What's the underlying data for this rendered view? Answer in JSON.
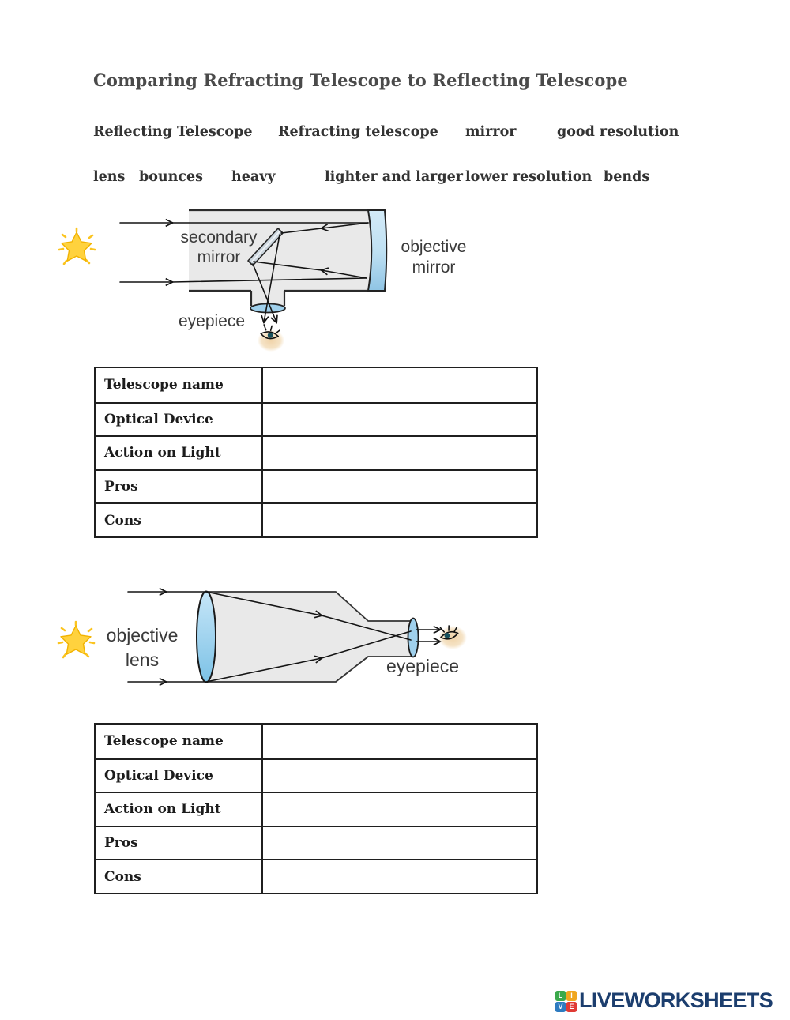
{
  "page_title": "Comparing Refracting Telescope to Reflecting Telescope",
  "word_bank": {
    "row1": [
      "Reflecting Telescope",
      "Refracting telescope",
      "mirror",
      "good resolution"
    ],
    "row2": [
      "lens",
      "bounces",
      "heavy",
      "lighter and larger",
      "lower resolution",
      "bends"
    ]
  },
  "diagrams": {
    "reflecting": {
      "labels": {
        "secondary_mirror": [
          "secondary",
          "mirror"
        ],
        "objective_mirror": [
          "objective",
          "mirror"
        ],
        "eyepiece": "eyepiece"
      }
    },
    "refracting": {
      "labels": {
        "objective_lens": [
          "objective",
          "lens"
        ],
        "eyepiece": "eyepiece"
      }
    }
  },
  "tables": {
    "reflecting": {
      "rows": [
        {
          "label": "Telescope name",
          "value": ""
        },
        {
          "label": "Optical Device",
          "value": ""
        },
        {
          "label": "Action on Light",
          "value": ""
        },
        {
          "label": "Pros",
          "value": ""
        },
        {
          "label": "Cons",
          "value": ""
        }
      ]
    },
    "refracting": {
      "rows": [
        {
          "label": "Telescope name",
          "value": ""
        },
        {
          "label": "Optical Device",
          "value": ""
        },
        {
          "label": "Action on Light",
          "value": ""
        },
        {
          "label": "Pros",
          "value": ""
        },
        {
          "label": "Cons",
          "value": ""
        }
      ]
    }
  },
  "footer": {
    "brand": "LIVEWORKSHEETS",
    "logo_letters": [
      "L",
      "I",
      "V",
      "E"
    ]
  },
  "colors": {
    "brand_navy": "#1c3e6e",
    "logo_green": "#3ba94b",
    "logo_yellow": "#f0a71f",
    "logo_blue": "#2e7bc0",
    "logo_red": "#e03a34",
    "star_gold": "#ffd23e",
    "lens_blue": "#8ec6e6",
    "tube_gray": "#e9e9e9"
  }
}
